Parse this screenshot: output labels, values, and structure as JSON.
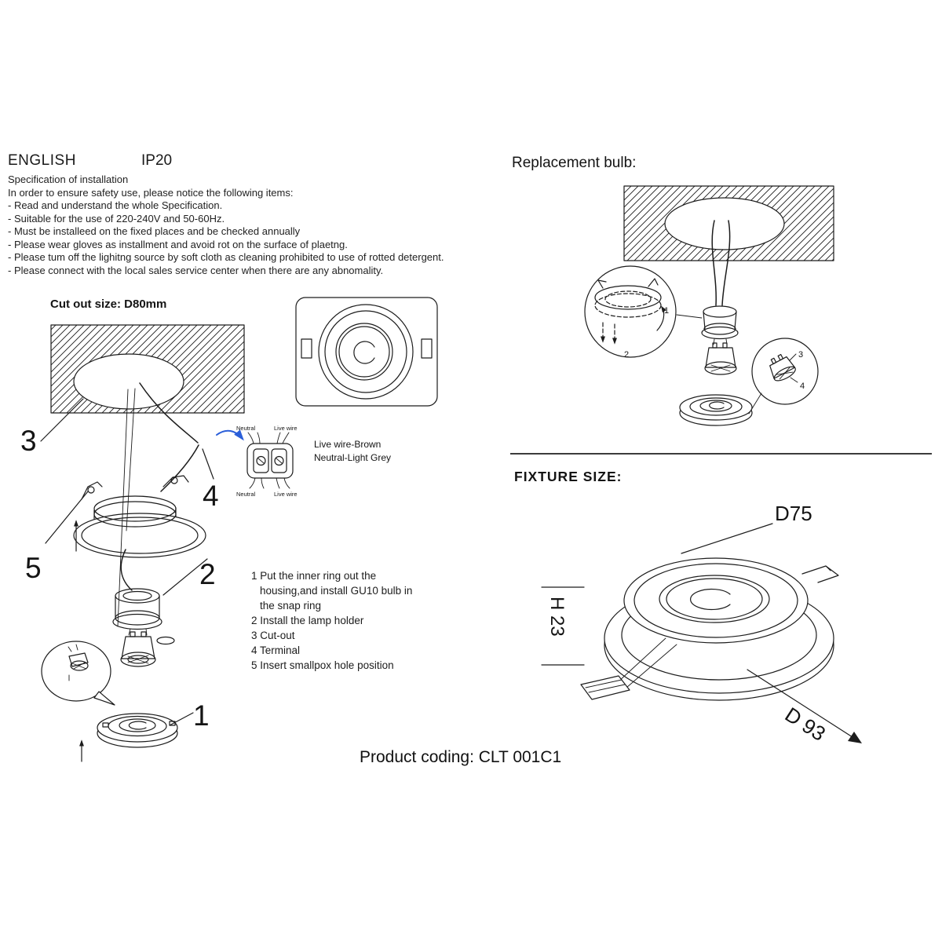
{
  "header": {
    "language": "ENGLISH",
    "ip_rating": "IP20"
  },
  "spec": {
    "title": "Specification of installation",
    "intro": "In order to ensure safety use, please notice the following items:",
    "items": [
      "- Read and understand the whole Specification.",
      "- Suitable for the use of 220-240V and 50-60Hz.",
      "- Must be installeed on the fixed places and be checked annually",
      "- Please wear gloves as installment and avoid rot on the surface of plaetng.",
      "- Please tum off the lighitng source by soft cloth as cleaning prohibited to use of rotted detergent.",
      "- Please connect with the local sales service center when there are any abnomality."
    ]
  },
  "install": {
    "cutout_label": "Cut out size: D80mm",
    "callouts": {
      "c1": "1",
      "c2": "2",
      "c3": "3",
      "c4": "4",
      "c5": "5"
    },
    "wiring": {
      "neutral_top": "Neutral",
      "live_top": "Live wire",
      "neutral_bottom": "Neutral",
      "live_bottom": "Live wire",
      "note_line1": "Live wire-Brown",
      "note_line2": "Neutral-Light Grey"
    },
    "steps": [
      "1 Put the inner ring out the",
      "housing,and install GU10 bulb in",
      "the snap ring",
      "2 Install the lamp holder",
      "3 Cut-out",
      "4 Terminal",
      "5 Insert smallpox hole position"
    ]
  },
  "replacement": {
    "title": "Replacement bulb:",
    "callouts": {
      "c1": "1",
      "c2": "2",
      "c3": "3",
      "c4": "4"
    }
  },
  "fixture": {
    "title": "FIXTURE SIZE:",
    "dim_d75": "D75",
    "dim_h": "H 23",
    "dim_d93": "D 93"
  },
  "footer": {
    "product_coding": "Product coding: CLT 001C1"
  },
  "colors": {
    "ink": "#1c1c1c",
    "arrow_blue": "#2b5fd9"
  }
}
